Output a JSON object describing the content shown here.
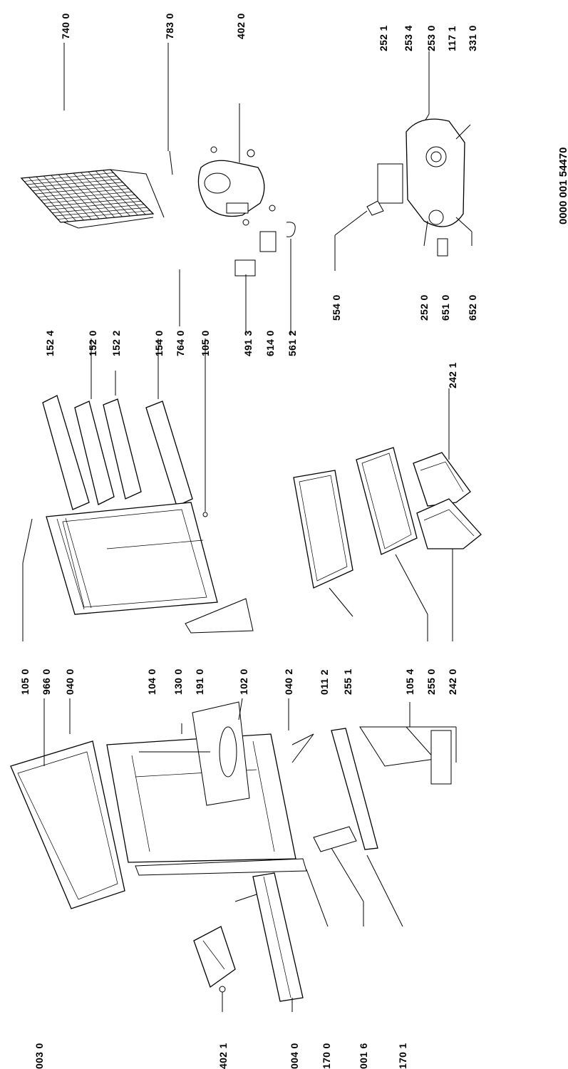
{
  "drawing_reference": "0000 001 54470",
  "labels": [
    "740 0",
    "783 0",
    "402 0",
    "252 1",
    "253 4",
    "253 0",
    "117 1",
    "331 0",
    "152 4",
    "152 0",
    "152 2",
    "154 0",
    "764 0",
    "105 0",
    "491 3",
    "614 0",
    "561 2",
    "554 0",
    "252 0",
    "651 0",
    "652 0",
    "242 1",
    "105 0",
    "966 0",
    "040 0",
    "104 0",
    "130 0",
    "191 0",
    "102 0",
    "040 2",
    "011 2",
    "255 1",
    "105 4",
    "255 0",
    "242 0",
    "003 0",
    "402 1",
    "004 0",
    "170 0",
    "001 6",
    "170 1"
  ]
}
